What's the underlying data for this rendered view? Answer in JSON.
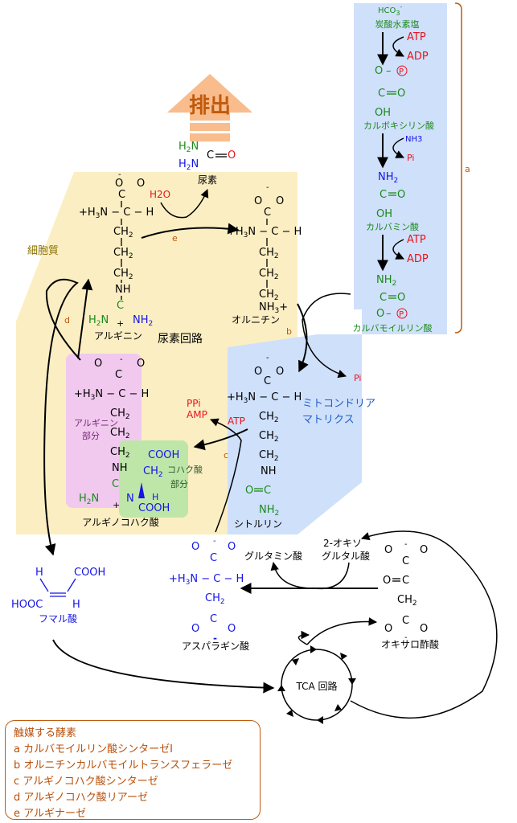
{
  "labels": {
    "excretion": "排出",
    "cytoplasm": "細胞質",
    "urea_cycle": "尿素回路",
    "mito_line1": "ミトコンドリア",
    "mito_line2": "マトリクス",
    "tca": "TCA 回路",
    "arg_part_1": "アルギニン",
    "arg_part_2": "部分",
    "succ_part_1": "コハク酸",
    "succ_part_2": "部分"
  },
  "molecules": {
    "urea": "尿素",
    "arginine": "アルギニン",
    "ornithine": "オルニチン",
    "citrulline": "シトルリン",
    "argininosuccinate": "アルギノコハク酸",
    "fumarate": "フマル酸",
    "aspartate": "アスパラギン酸",
    "oxaloacetate": "オキサロ酢酸",
    "glutamate": "グルタミン酸",
    "oxoglutarate_1": "2-オキソ",
    "oxoglutarate_2": "グルタル酸",
    "bicarbonate": "炭酸水素塩",
    "carboxyphosphate": "カルボキシリン酸",
    "carbamate": "カルバミン酸",
    "carbamoyl_phosphate": "カルバモイルリン酸"
  },
  "reagents": {
    "atp": "ATP",
    "adp": "ADP",
    "pi": "Pi",
    "nh3": "NH3",
    "h2o": "H2O",
    "ppi": "PPi",
    "amp": "AMP",
    "hco3": "HCO3-"
  },
  "enzyme_marks": {
    "a": "a",
    "b": "b",
    "c": "c",
    "d": "d",
    "e": "e"
  },
  "legend": {
    "title": "触媒する酵素",
    "items": [
      "a カルバモイルリン酸シンターゼI",
      "b オルニチンカルバモイルトランスフェラーゼ",
      "c アルギノコハク酸シンターゼ",
      "d アルギノコハク酸リアーゼ",
      "e アルギナーゼ"
    ]
  },
  "colors": {
    "cytoplasm": "#fbeec3",
    "mitochondria": "#cfe0fb",
    "arginine_part": "#f1c9ef",
    "succinate_part": "#bfe6a9",
    "excretion_arrow": "#f9bc8c",
    "enzyme_label": "#c05a0c"
  }
}
